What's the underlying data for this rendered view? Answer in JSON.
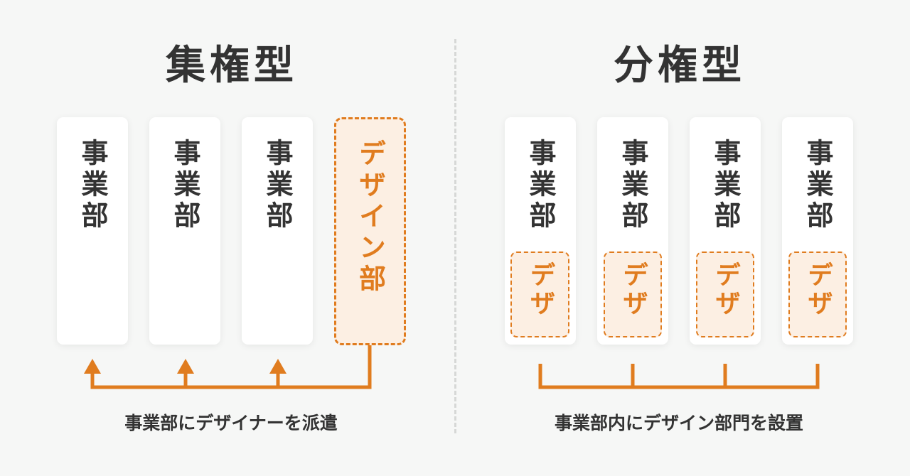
{
  "left": {
    "title": "集権型",
    "units": [
      {
        "label": "事業部"
      },
      {
        "label": "事業部"
      },
      {
        "label": "事業部"
      }
    ],
    "design_unit": {
      "label": "デザイン部"
    },
    "caption": "事業部にデザイナーを派遣"
  },
  "right": {
    "title": "分権型",
    "units": [
      {
        "label": "事業部",
        "design_label": "デザ"
      },
      {
        "label": "事業部",
        "design_label": "デザ"
      },
      {
        "label": "事業部",
        "design_label": "デザ"
      },
      {
        "label": "事業部",
        "design_label": "デザ"
      }
    ],
    "caption": "事業部内にデザイン部門を設置"
  },
  "colors": {
    "accent": "#e07c1f",
    "accent_fill": "#fcefe3",
    "text": "#333333",
    "background": "#f6f7f6",
    "card": "#ffffff",
    "divider": "#d6d8d6"
  }
}
